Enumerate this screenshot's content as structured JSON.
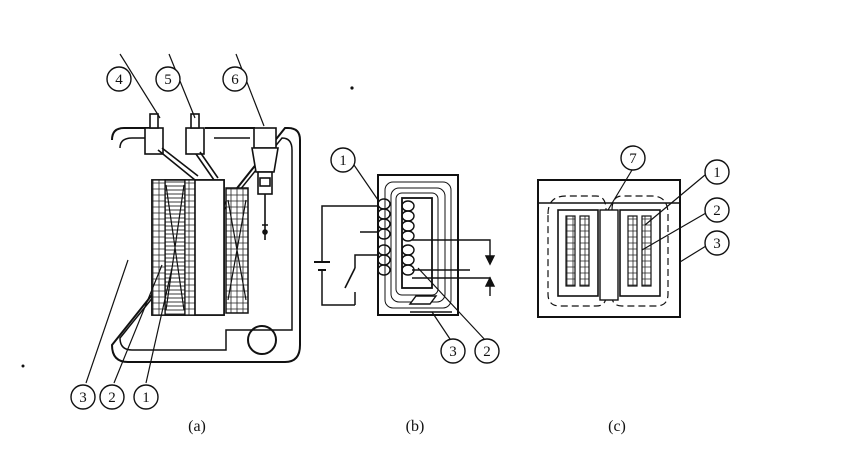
{
  "figure_a": {
    "caption": "(a)",
    "labels": {
      "l1": "1",
      "l2": "2",
      "l3": "3",
      "l4": "4",
      "l5": "5",
      "l6": "6"
    }
  },
  "figure_b": {
    "caption": "(b)",
    "labels": {
      "l1": "1",
      "l2": "2",
      "l3": "3"
    }
  },
  "figure_c": {
    "caption": "(c)",
    "labels": {
      "l1": "1",
      "l2": "2",
      "l3": "3",
      "l7": "7"
    }
  }
}
